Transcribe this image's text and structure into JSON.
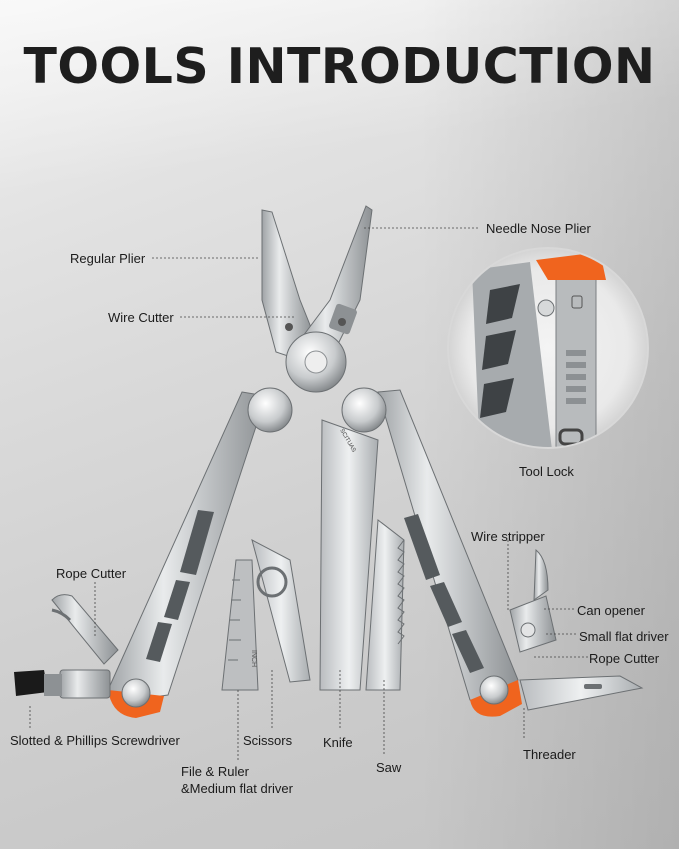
{
  "title": "TOOLS INTRODUCTION",
  "labels": {
    "needle_nose_plier": "Needle Nose Plier",
    "regular_plier": "Regular Plier",
    "wire_cutter": "Wire Cutter",
    "tool_lock": "Tool Lock",
    "wire_stripper": "Wire stripper",
    "rope_cutter_left": "Rope Cutter",
    "can_opener": "Can opener",
    "small_flat_driver": "Small flat driver",
    "rope_cutter_right": "Rope Cutter",
    "slotted_phillips": "Slotted & Phillips Screwdriver",
    "scissors": "Scissors",
    "knife": "Knife",
    "threader": "Threader",
    "file_ruler": "File & Ruler\n&Medium flat driver",
    "saw": "Saw"
  },
  "engravings": {
    "ruler_unit": "INCH",
    "brand": "SCITUAS"
  },
  "colors": {
    "accent_orange": "#f0641e",
    "steel": "#c9cbcd",
    "text": "#1b1b1b"
  }
}
